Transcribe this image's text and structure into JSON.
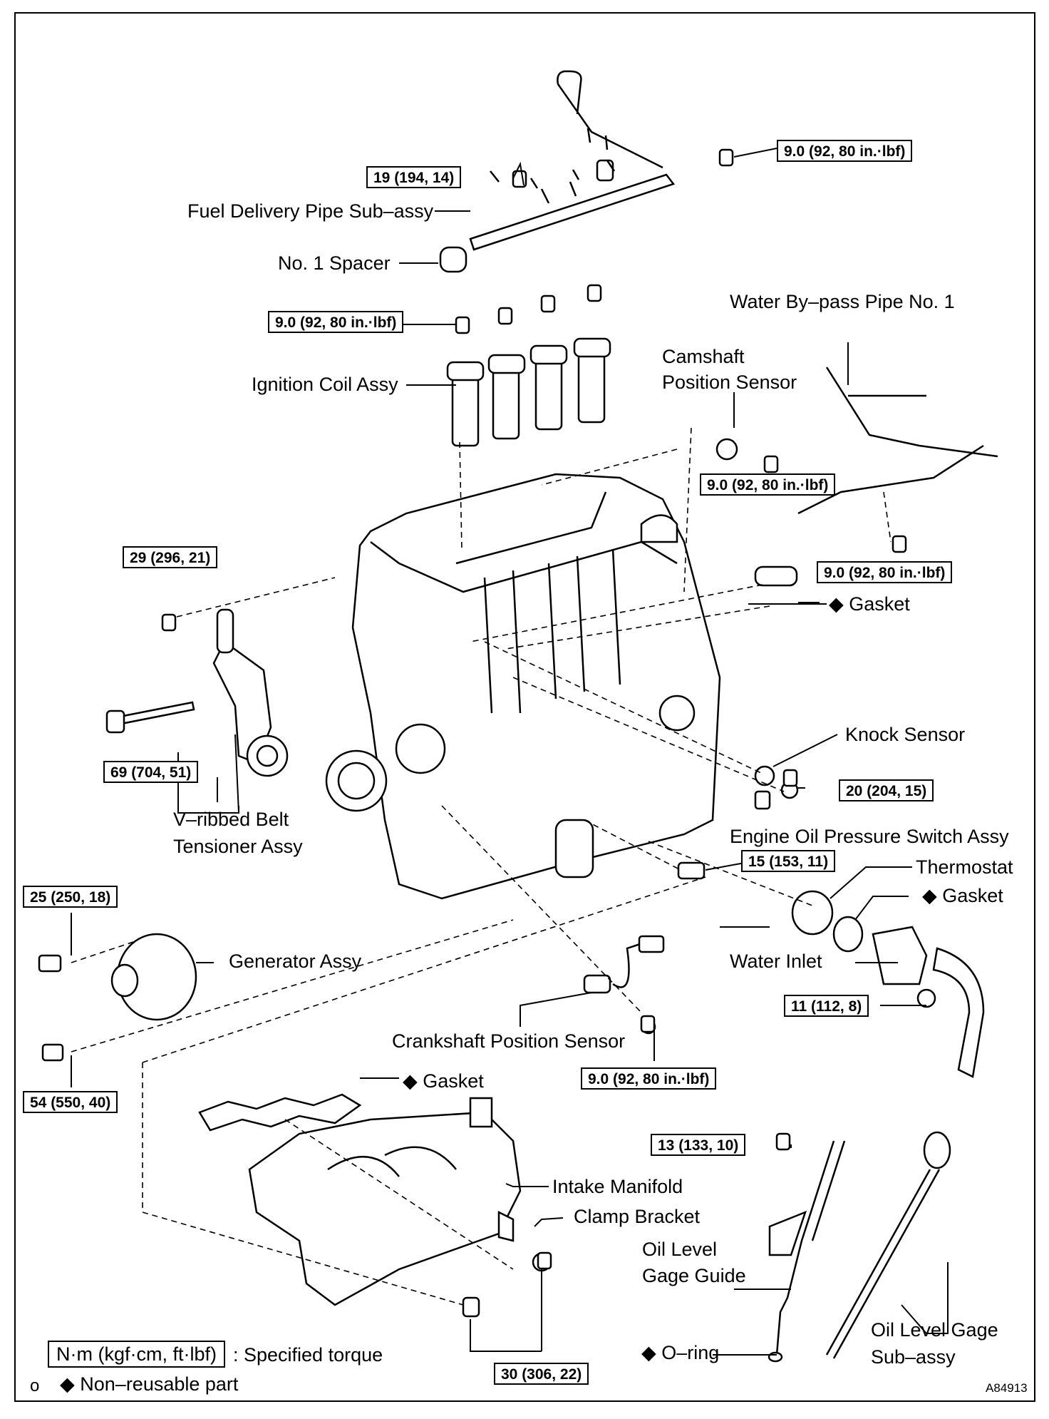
{
  "torque_specs": [
    "9.0 (92, 80 in.·lbf)",
    "19 (194, 14)",
    "9.0 (92, 80 in.·lbf)",
    "9.0 (92, 80 in.·lbf)",
    "29 (296, 21)",
    "9.0 (92, 80 in.·lbf)",
    "69 (704, 51)",
    "20 (204, 15)",
    "15 (153, 11)",
    "25 (250, 18)",
    "11 (112, 8)",
    "9.0 (92, 80 in.·lbf)",
    "54 (550, 40)",
    "13 (133, 10)",
    "30 (306, 22)"
  ],
  "parts": {
    "fuel_delivery_pipe": "Fuel Delivery Pipe Sub–assy",
    "no1_spacer": "No. 1 Spacer",
    "water_bypass_pipe": "Water By–pass Pipe No. 1",
    "camshaft_sensor_l1": "Camshaft",
    "camshaft_sensor_l2": "Position Sensor",
    "ignition_coil": "Ignition Coil Assy",
    "gasket": "◆ Gasket",
    "knock_sensor": "Knock Sensor",
    "belt_tensioner_l1": "V–ribbed Belt",
    "belt_tensioner_l2": "Tensioner Assy",
    "oil_pressure_switch": "Engine Oil Pressure Switch Assy",
    "thermostat": "Thermostat",
    "generator": "Generator Assy",
    "water_inlet": "Water Inlet",
    "crankshaft_sensor": "Crankshaft Position Sensor",
    "intake_manifold": "Intake Manifold",
    "clamp_bracket": "Clamp Bracket",
    "oil_gage_guide_l1": "Oil Level",
    "oil_gage_guide_l2": "Gage Guide",
    "oil_gage_l1": "Oil Level Gage",
    "oil_gage_l2": "Sub–assy",
    "o_ring": "◆ O–ring"
  },
  "legend": {
    "torque_unit": "N·m (kgf·cm, ft·lbf)",
    "torque_text": ": Specified torque",
    "nonreusable": "◆ Non–reusable part",
    "corner_mark": "o"
  },
  "figure_id": "A84913"
}
